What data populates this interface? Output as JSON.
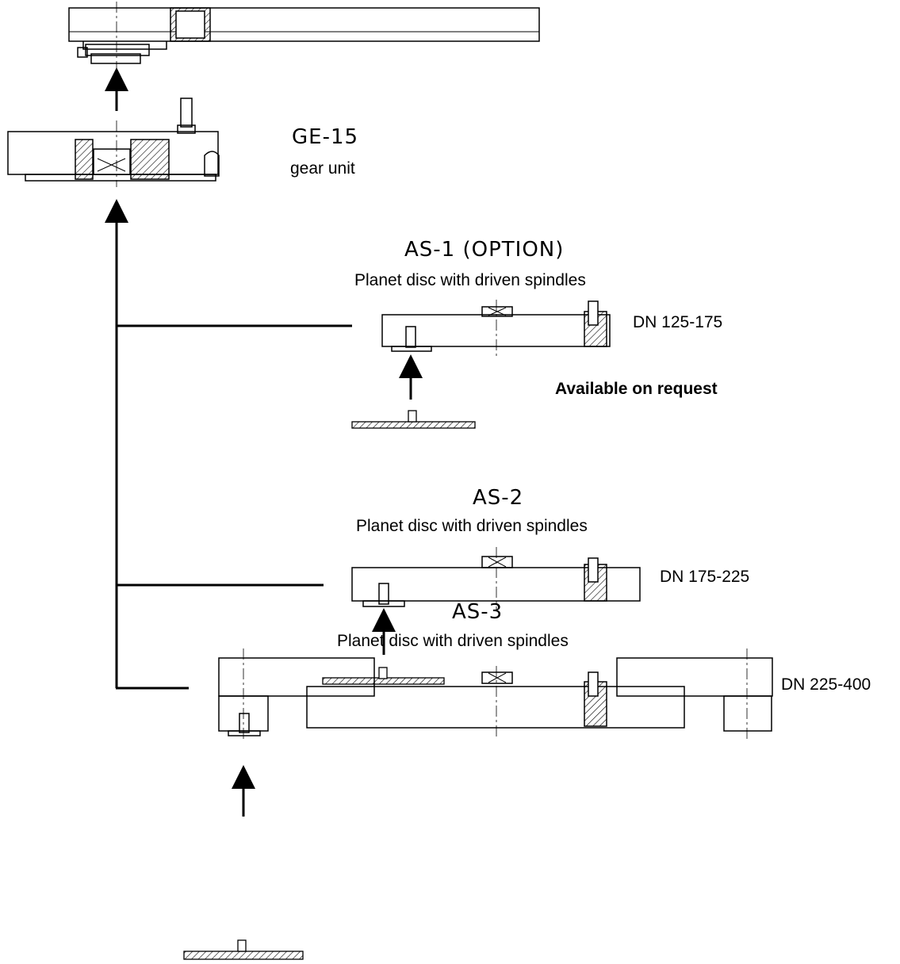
{
  "gear_unit": {
    "title": "GE-15",
    "subtitle": "gear unit"
  },
  "modules": [
    {
      "title": "AS-1 (OPTION)",
      "subtitle": "Planet disc with driven spindles",
      "dn": "DN 125-175",
      "note": "Available on request"
    },
    {
      "title": "AS-2",
      "subtitle": "Planet disc with driven spindles",
      "dn": "DN 175-225"
    },
    {
      "title": "AS-3",
      "subtitle": "Planet disc with driven spindles",
      "dn": "DN 225-400"
    }
  ]
}
